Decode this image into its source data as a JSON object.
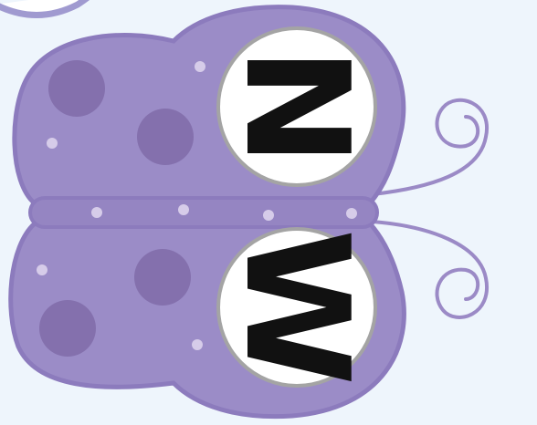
{
  "game": {
    "card_top": {
      "letter": "N",
      "orientation": "rotated-90-clockwise"
    },
    "card_bottom": {
      "letter": "W",
      "orientation": "rotated-90-clockwise"
    }
  },
  "colors": {
    "background": "#eef5fc",
    "wing_fill": "#9b8cc7",
    "wing_outline": "#8c7bbd",
    "spot": "#8470ad",
    "dot": "#d6cce9",
    "antenna": "#9b8ac6",
    "card_fill": "#ffffff",
    "card_border": "#a4a4a4",
    "letter": "#111111"
  },
  "icons": [
    "butterfly-icon",
    "antenna-curl-icon",
    "corner-bubble-icon"
  ]
}
